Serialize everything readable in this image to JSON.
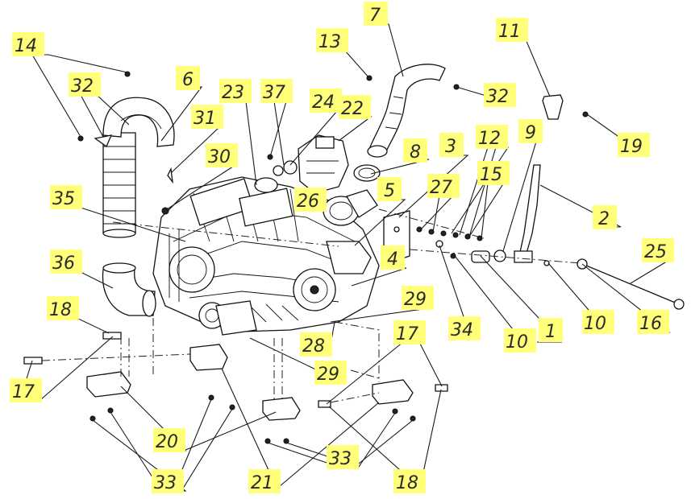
{
  "diagram": {
    "type": "exploded-parts-view",
    "highlight_color": "#ffff7a",
    "callouts": [
      {
        "id": "c1",
        "label": "1"
      },
      {
        "id": "c2",
        "label": "2"
      },
      {
        "id": "c3",
        "label": "3"
      },
      {
        "id": "c4",
        "label": "4"
      },
      {
        "id": "c5",
        "label": "5"
      },
      {
        "id": "c6",
        "label": "6"
      },
      {
        "id": "c7",
        "label": "7"
      },
      {
        "id": "c8",
        "label": "8"
      },
      {
        "id": "c9",
        "label": "9"
      },
      {
        "id": "c10a",
        "label": "10"
      },
      {
        "id": "c10b",
        "label": "10"
      },
      {
        "id": "c11",
        "label": "11"
      },
      {
        "id": "c12",
        "label": "12"
      },
      {
        "id": "c13",
        "label": "13"
      },
      {
        "id": "c14",
        "label": "14"
      },
      {
        "id": "c15",
        "label": "15"
      },
      {
        "id": "c16",
        "label": "16"
      },
      {
        "id": "c17a",
        "label": "17"
      },
      {
        "id": "c17b",
        "label": "17"
      },
      {
        "id": "c18a",
        "label": "18"
      },
      {
        "id": "c18b",
        "label": "18"
      },
      {
        "id": "c19",
        "label": "19"
      },
      {
        "id": "c20",
        "label": "20"
      },
      {
        "id": "c21",
        "label": "21"
      },
      {
        "id": "c22",
        "label": "22"
      },
      {
        "id": "c23",
        "label": "23"
      },
      {
        "id": "c24",
        "label": "24"
      },
      {
        "id": "c25",
        "label": "25"
      },
      {
        "id": "c26",
        "label": "26"
      },
      {
        "id": "c27",
        "label": "27"
      },
      {
        "id": "c28",
        "label": "28"
      },
      {
        "id": "c29a",
        "label": "29"
      },
      {
        "id": "c29b",
        "label": "29"
      },
      {
        "id": "c30",
        "label": "30"
      },
      {
        "id": "c31",
        "label": "31"
      },
      {
        "id": "c32a",
        "label": "32"
      },
      {
        "id": "c32b",
        "label": "32"
      },
      {
        "id": "c33a",
        "label": "33"
      },
      {
        "id": "c33b",
        "label": "33"
      },
      {
        "id": "c34",
        "label": "34"
      },
      {
        "id": "c35",
        "label": "35"
      },
      {
        "id": "c36",
        "label": "36"
      },
      {
        "id": "c37",
        "label": "37"
      }
    ]
  }
}
